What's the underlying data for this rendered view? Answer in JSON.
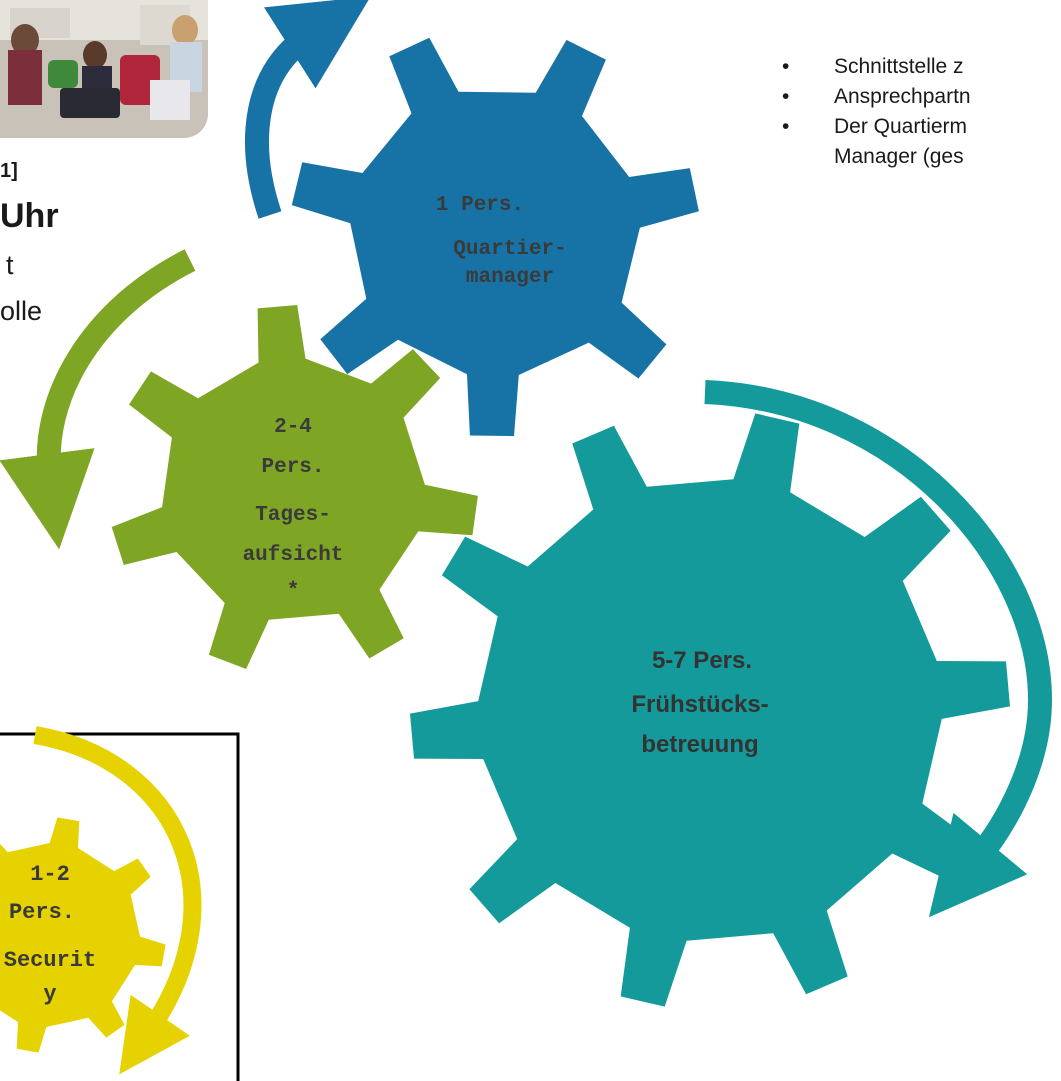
{
  "colors": {
    "blue": "#1773a6",
    "green": "#7ea624",
    "teal": "#149a9a",
    "yellow": "#e6d200",
    "gear_text_dark": "#3a3a3a"
  },
  "gears": {
    "quartier": {
      "line1": "1 Pers.",
      "line2": "Quartier-",
      "line3": "manager"
    },
    "tages": {
      "line1": "2-4",
      "line2": "Pers.",
      "line3": "Tages-",
      "line4": "aufsicht",
      "line5": "*"
    },
    "fruehstueck": {
      "line1": "5-7 Pers.",
      "line2": "Frühstücks-",
      "line3": "betreuung"
    },
    "security": {
      "line1": "1-2",
      "line2": "Pers.",
      "line3": "Securit",
      "line4": "y"
    }
  },
  "bullets": [
    {
      "dot": "•",
      "text": "Schnittstelle z"
    },
    {
      "dot": "•",
      "text": "Ansprechpartn"
    },
    {
      "dot": "•",
      "text": "Der Quartierm"
    },
    {
      "dot": "",
      "text": "Manager (ges"
    }
  ],
  "left_fragments": {
    "bracket": "1]",
    "uhr": "Uhr",
    "t": "t",
    "olle": "olle"
  },
  "photo": {
    "icon": "photo-of-people-with-luggage"
  }
}
